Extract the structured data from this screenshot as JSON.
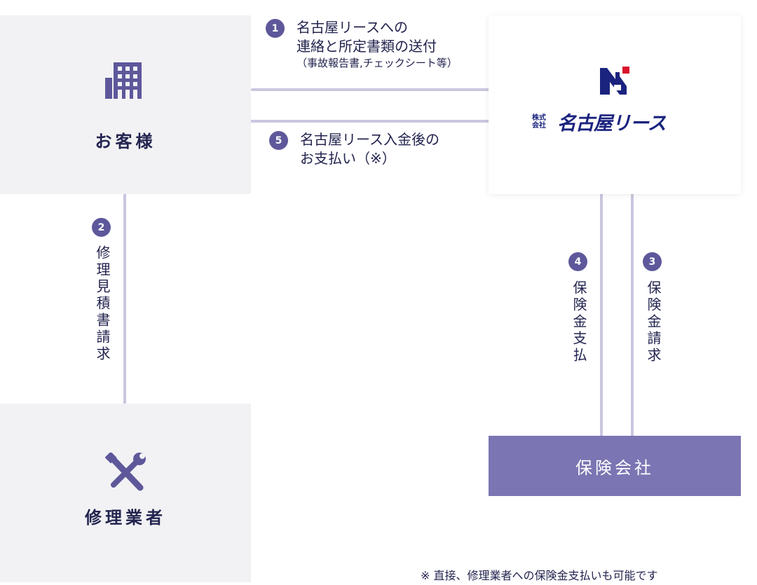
{
  "customer": {
    "label": "お客様",
    "icon": "building-icon"
  },
  "repair_shop": {
    "label": "修理業者",
    "icon": "tools-icon"
  },
  "lease_company": {
    "prefix": "株式\n会社",
    "name": "名古屋リース",
    "logo_icon": "company-logo-icon"
  },
  "insurer": {
    "label": "保険会社"
  },
  "steps": [
    {
      "number": "1",
      "text_line1": "名古屋リースへの",
      "text_line2": "連絡と所定書類の送付",
      "sub": "（事故報告書,チェックシート等）"
    },
    {
      "number": "2",
      "text": "修理見積書請求"
    },
    {
      "number": "3",
      "text": "保険金請求"
    },
    {
      "number": "4",
      "text": "保険金支払"
    },
    {
      "number": "5",
      "text_line1": "名古屋リース入金後の",
      "text_line2": "お支払い（※）"
    }
  ],
  "footnote": "※ 直接、修理業者への保険金支払いも可能です",
  "colors": {
    "accent": "#5e589b",
    "arrow": "#c9c7e0",
    "insurer_bg": "#7b75b3",
    "box_bg": "#f2f2f4",
    "text": "#23244f"
  }
}
